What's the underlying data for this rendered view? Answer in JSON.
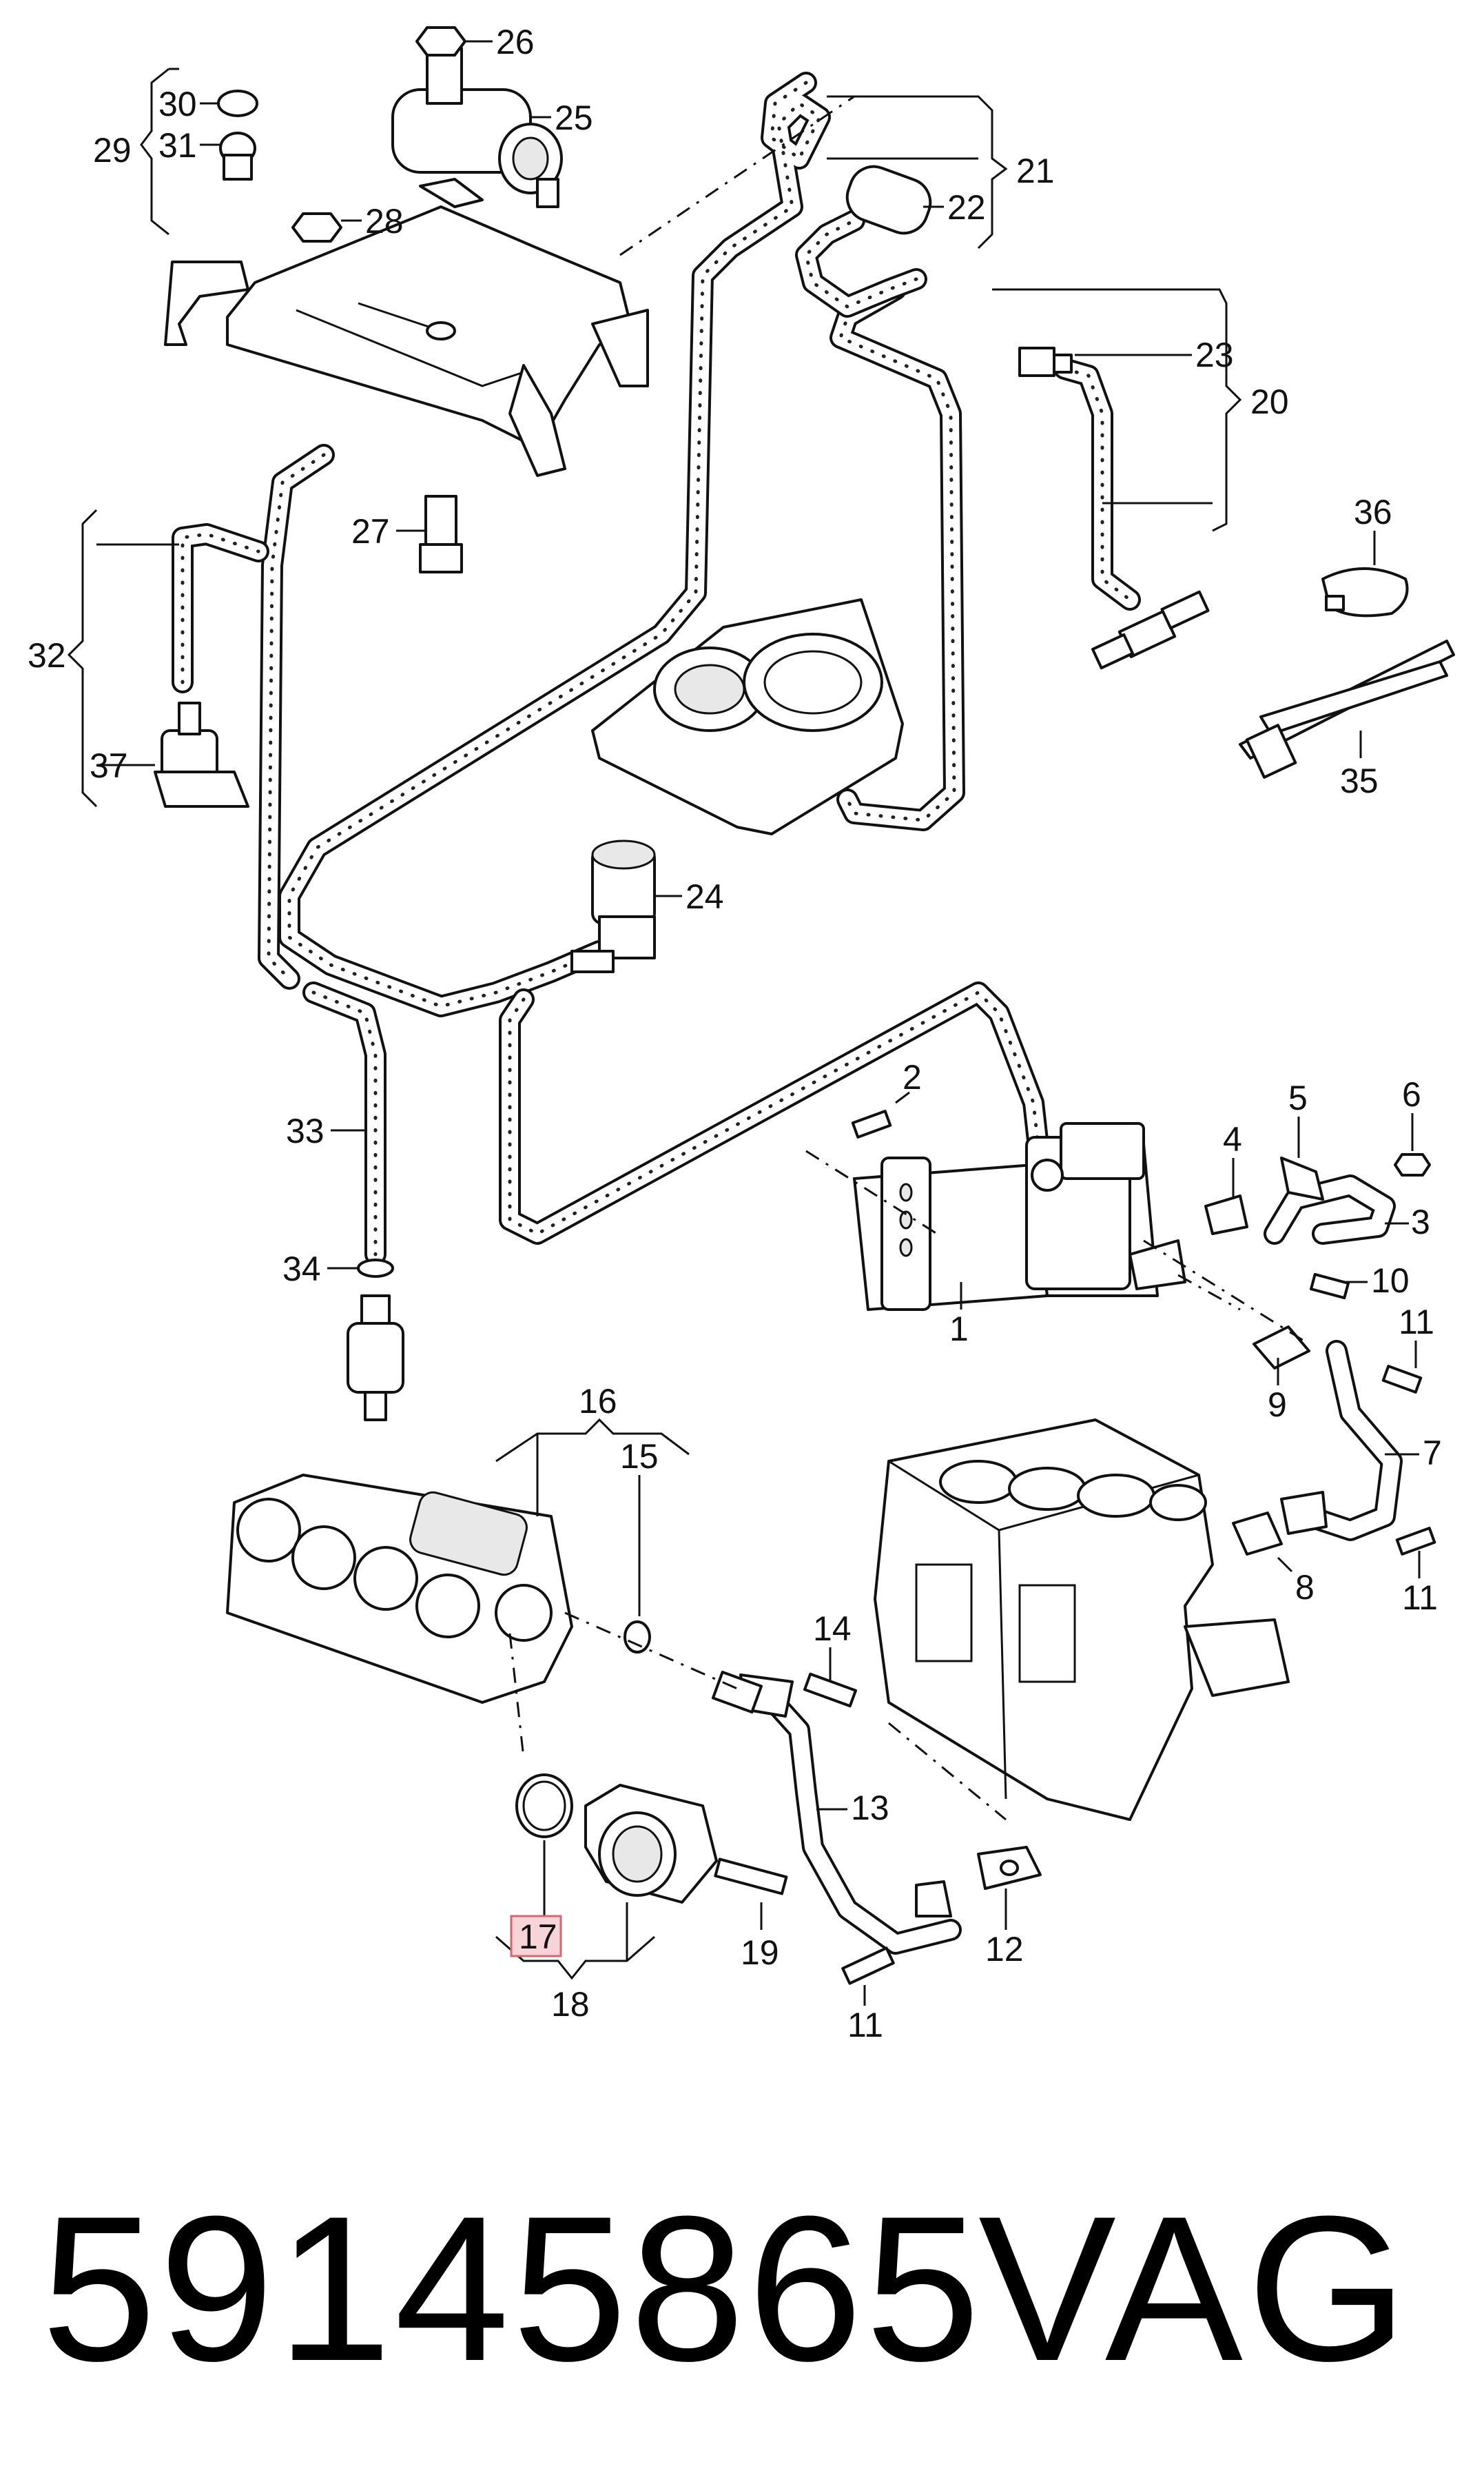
{
  "diagram": {
    "callouts": [
      "1",
      "2",
      "3",
      "4",
      "5",
      "6",
      "7",
      "8",
      "9",
      "10",
      "11",
      "12",
      "13",
      "14",
      "15",
      "16",
      "17",
      "18",
      "19",
      "20",
      "21",
      "22",
      "23",
      "24",
      "25",
      "26",
      "27",
      "28",
      "29",
      "30",
      "31",
      "32",
      "33",
      "34",
      "35",
      "36",
      "37"
    ],
    "highlighted_callout": "17",
    "highlight_color": "#f6d4d8",
    "highlight_border": "#d9666f"
  },
  "footer": {
    "part_number": "59145865",
    "brand": "VAG"
  }
}
